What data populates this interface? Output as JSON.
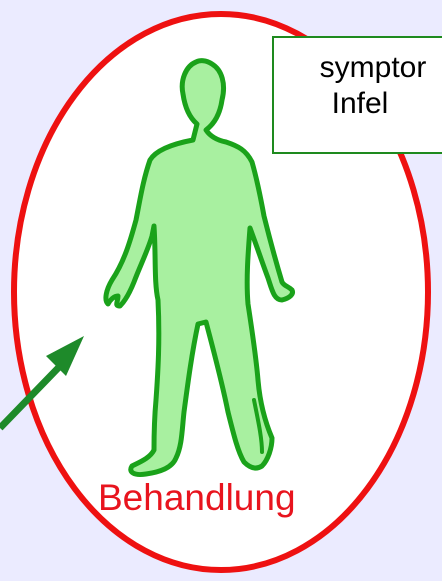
{
  "diagram": {
    "label_box": {
      "line1": "symptor",
      "line2": "Infel"
    },
    "caption": "Behandlung"
  },
  "colors": {
    "background": "#ebebff",
    "ellipse_stroke": "#ee1111",
    "figure_fill": "#a8f0a0",
    "figure_stroke": "#1aa21a",
    "arrow": "#1e8a2a",
    "caption_text": "#e8141e"
  }
}
